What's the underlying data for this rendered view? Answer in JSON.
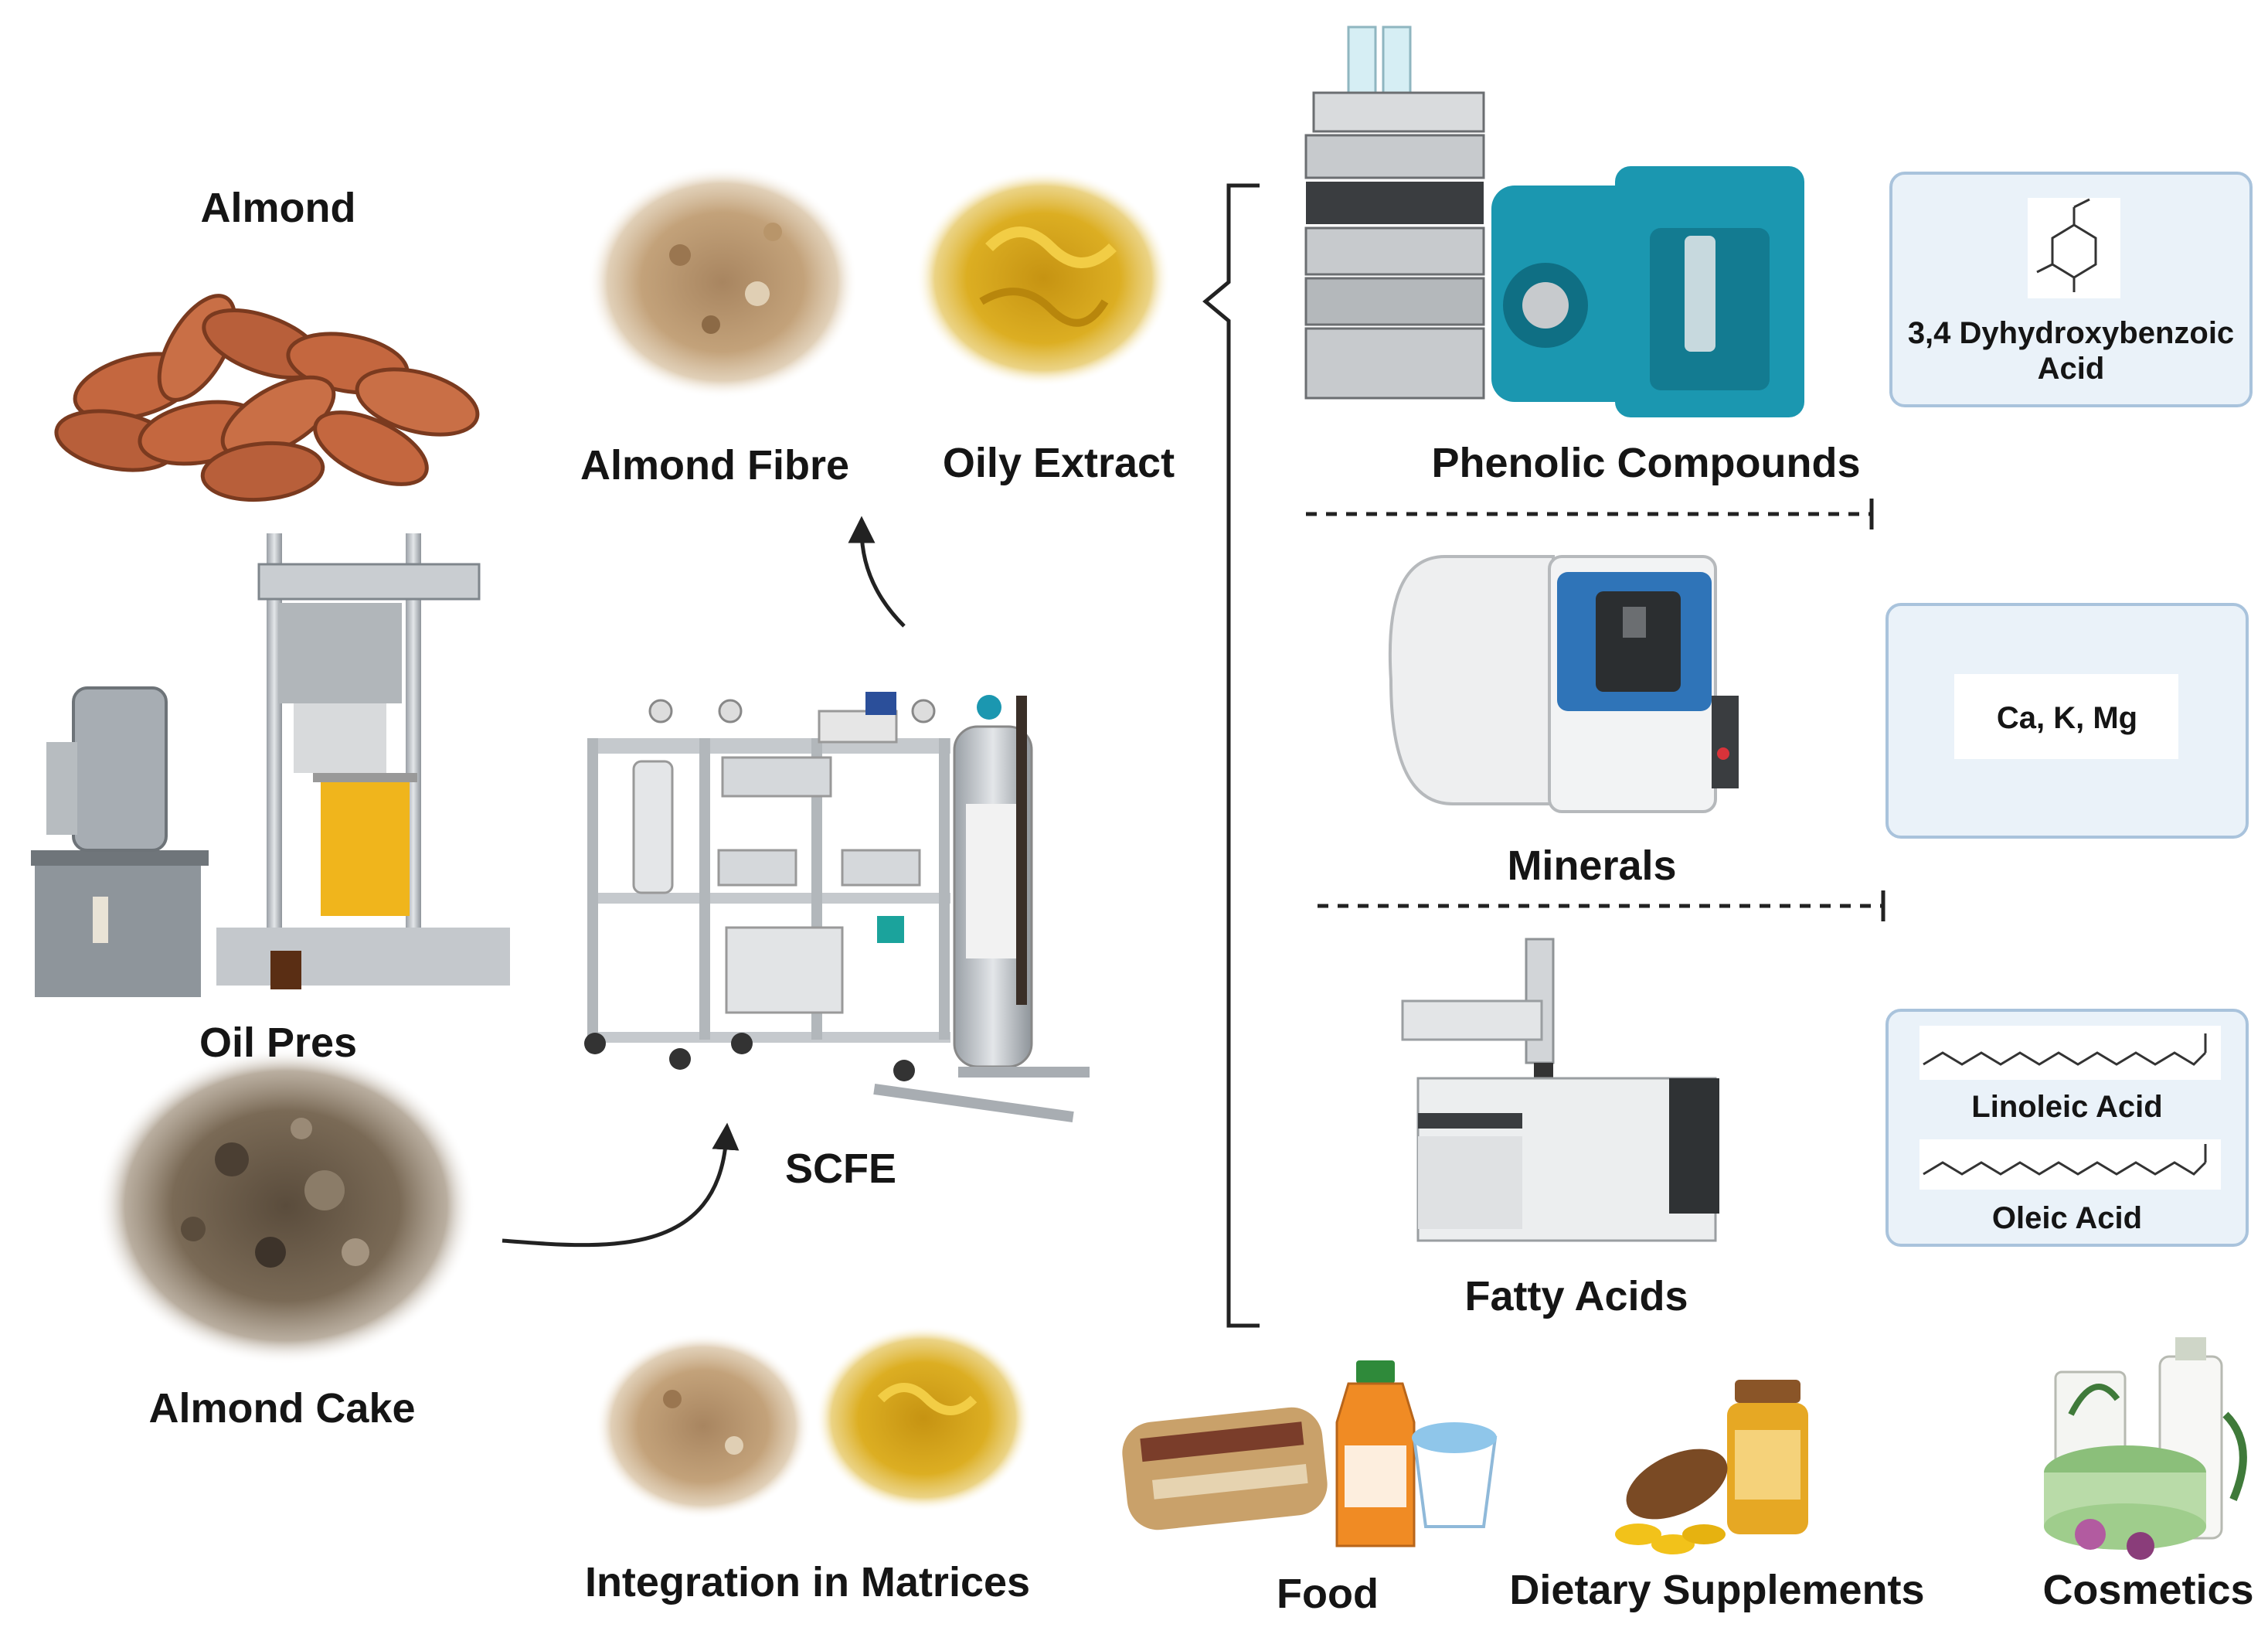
{
  "labels": {
    "almond": "Almond",
    "oil_press": "Oil Pres",
    "almond_cake": "Almond Cake",
    "almond_fibre": "Almond Fibre",
    "oily_extract": "Oily Extract",
    "scfe": "SCFE",
    "integration": "Integration in Matrices",
    "phenolic": "Phenolic Compounds",
    "minerals": "Minerals",
    "fatty_acids": "Fatty Acids",
    "food": "Food",
    "dietary": "Dietary Supplements",
    "cosmetics": "Cosmetics"
  },
  "boxes": {
    "phenolic_compound": "3,4 Dyhydroxybenzoic Acid",
    "minerals_list": "Ca, K, Mg",
    "linoleic": "Linoleic Acid",
    "oleic": "Oleic Acid"
  },
  "colors": {
    "almond": "#c4673f",
    "fibre": "#b89468",
    "extract": "#d4a514",
    "cake": "#6e5e4b",
    "teal_instrument": "#1b97b0",
    "box_fill": "#eaf2f9",
    "box_border": "#a9c3dc"
  }
}
